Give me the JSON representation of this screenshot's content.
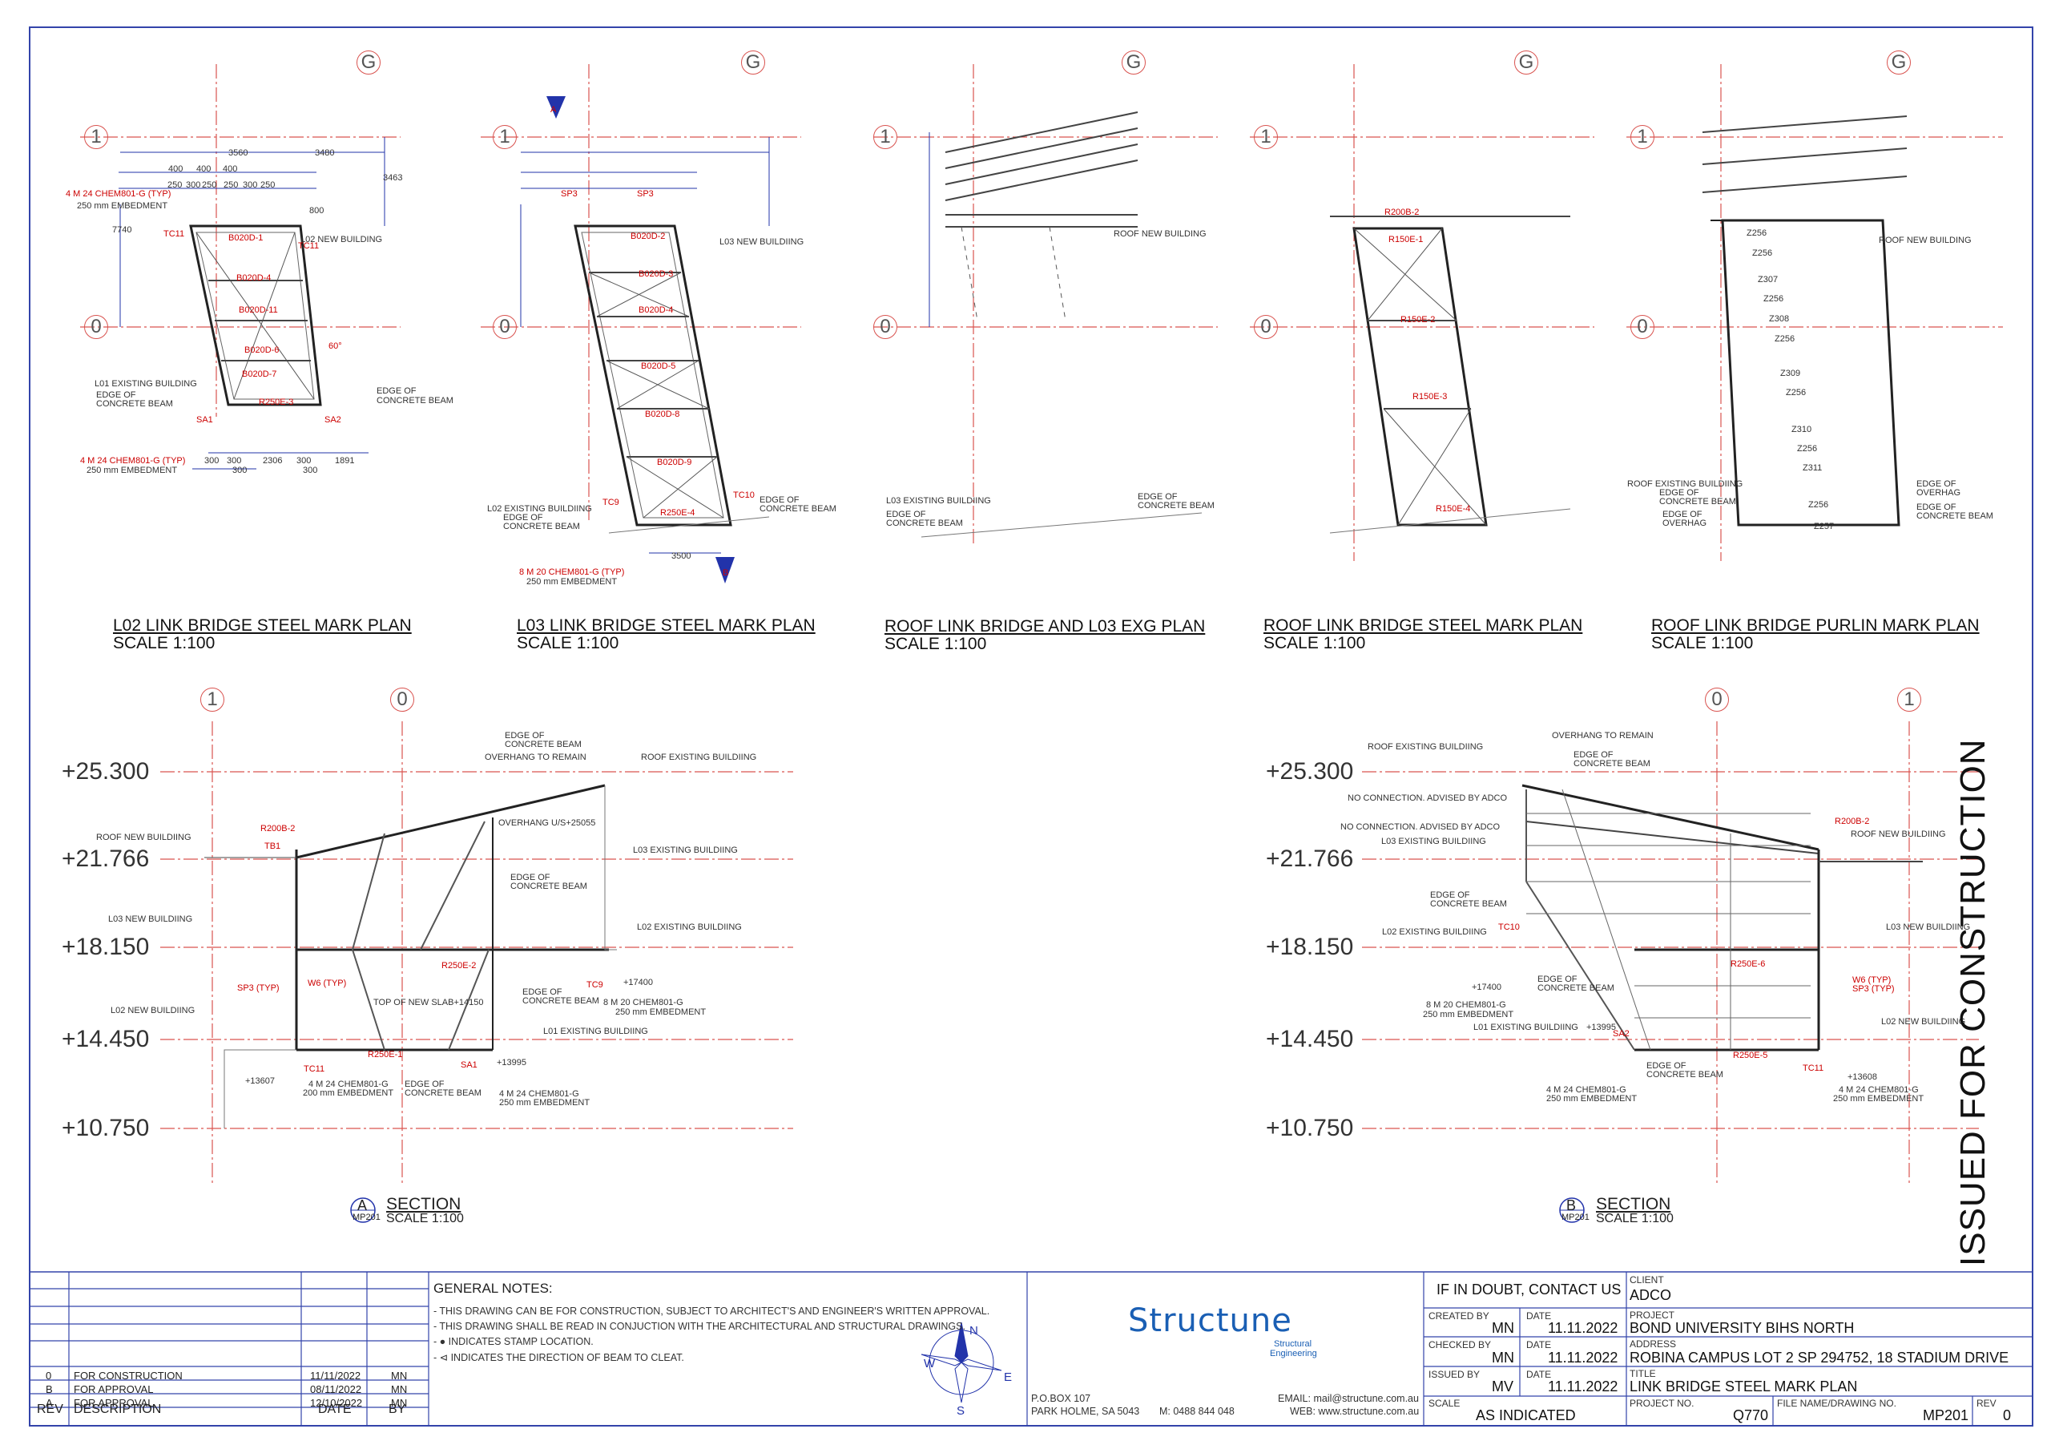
{
  "grid_labels": {
    "g": "G",
    "one": "1",
    "zero": "0"
  },
  "plans": [
    {
      "title": "L02 LINK BRIDGE STEEL MARK PLAN",
      "scale": "SCALE 1:100"
    },
    {
      "title": "L03 LINK BRIDGE STEEL MARK PLAN",
      "scale": "SCALE 1:100"
    },
    {
      "title": "ROOF LINK BRIDGE AND L03 EXG PLAN",
      "scale": "SCALE 1:100"
    },
    {
      "title": "ROOF LINK BRIDGE STEEL MARK PLAN",
      "scale": "SCALE 1:100"
    },
    {
      "title": "ROOF LINK BRIDGE PURLIN MARK PLAN",
      "scale": "SCALE 1:100"
    }
  ],
  "levels": [
    "+25.300",
    "+21.766",
    "+18.150",
    "+14.450",
    "+10.750"
  ],
  "sections": [
    {
      "tag": "A",
      "ref": "MP201",
      "title": "SECTION",
      "scale": "SCALE 1:100"
    },
    {
      "tag": "B",
      "ref": "MP201",
      "title": "SECTION",
      "scale": "SCALE 1:100"
    }
  ],
  "issued": "ISSUED FOR CONSTRUCTION",
  "plan_labels": {
    "p1": [
      "4 M 24 CHEM801-G (TYP)",
      "250 mm EMBEDMENT",
      "L02 NEW BUILDING",
      "L01 EXISTING BUILDING",
      "EDGE OF",
      "CONCRETE BEAM",
      "EDGE OF",
      "CONCRETE BEAM",
      "4 M 24 CHEM801-G (TYP)",
      "250 mm EMBEDMENT"
    ],
    "p1_dims": [
      "3560",
      "3480",
      "400",
      "400",
      "400",
      "250",
      "300",
      "250",
      "250",
      "300",
      "250",
      "800",
      "3463",
      "7740",
      "300",
      "300",
      "2306",
      "300",
      "1891",
      "300",
      "300"
    ],
    "p1_marks": [
      "TC11",
      "SA1",
      "SA2",
      "B020D-1",
      "B020D-4",
      "B020D-11",
      "B020D-6",
      "B020D-7",
      "R250E-3",
      "TC11",
      "60°"
    ],
    "p2": [
      "L03 NEW BUILDIING",
      "L02 EXISTING BUILDIING",
      "EDGE OF",
      "CONCRETE BEAM",
      "EDGE OF",
      "CONCRETE BEAM",
      "8 M 20 CHEM801-G (TYP)",
      "250 mm EMBEDMENT",
      "3500"
    ],
    "p2_marks": [
      "SP3",
      "SP3",
      "TC9",
      "TC10",
      "B020D-2",
      "B020D-3",
      "B020D-4",
      "B020D-5",
      "B020D-8",
      "B020D-9",
      "R250E-4",
      "A",
      "B"
    ],
    "p3": [
      "ROOF NEW BUILDING",
      "L03 EXISTING BUILDIING",
      "EDGE OF",
      "CONCRETE BEAM",
      "EDGE OF",
      "CONCRETE BEAM"
    ],
    "p4": [
      "R200B-2",
      "R150E-1",
      "R150E-2",
      "R150E-3",
      "R150E-4"
    ],
    "p5": [
      "ROOF NEW BUILDING",
      "ROOF EXISTING BUILDIING",
      "EDGE OF",
      "CONCRETE BEAM",
      "EDGE OF",
      "OVERHAG",
      "EDGE OF",
      "OVERHAG",
      "EDGE OF",
      "CONCRETE BEAM"
    ],
    "p5_marks": [
      "Z256",
      "Z256",
      "Z307",
      "Z256",
      "Z308",
      "Z256",
      "Z309",
      "Z256",
      "Z310",
      "Z256",
      "Z311",
      "Z256",
      "Z257"
    ],
    "secA": [
      "EDGE OF",
      "CONCRETE BEAM",
      "OVERHANG TO REMAIN",
      "ROOF EXISTING BUILDIING",
      "ROOF NEW BUILDIING",
      "OVERHANG U/S+25055",
      "L03 EXISTING BUILDIING",
      "EDGE OF",
      "CONCRETE BEAM",
      "L03 NEW BUILDIING",
      "L02 EXISTING BUILDIING",
      "+17400",
      "8 M 20 CHEM801-G",
      "250 mm EMBEDMENT",
      "L02 NEW BUILDIING",
      "TOP OF NEW SLAB+14150",
      "EDGE OF",
      "CONCRETE BEAM",
      "L01 EXISTING BUILDIING",
      "+13995",
      "+13607",
      "4 M 24 CHEM801-G",
      "200 mm EMBEDMENT",
      "EDGE OF",
      "CONCRETE BEAM",
      "4 M 24 CHEM801-G",
      "250 mm EMBEDMENT"
    ],
    "secA_marks": [
      "R200B-2",
      "TB1",
      "SP3 (TYP)",
      "W6 (TYP)",
      "R250E-2",
      "TC9",
      "TC11",
      "R250E-1",
      "SA1"
    ],
    "secB": [
      "ROOF EXISTING BUILDIING",
      "OVERHANG TO REMAIN",
      "EDGE OF",
      "CONCRETE BEAM",
      "NO CONNECTION. ADVISED BY ADCO",
      "NO CONNECTION. ADVISED BY ADCO",
      "L03 EXISTING BUILDIING",
      "EDGE OF",
      "CONCRETE BEAM",
      "ROOF NEW BUILDIING",
      "L02 EXISTING BUILDIING",
      "L03 NEW BUILDIING",
      "+17400",
      "EDGE OF",
      "CONCRETE BEAM",
      "8 M 20 CHEM801-G",
      "250 mm EMBEDMENT",
      "L01 EXISTING BUILDIING",
      "L02 NEW BUILDIING",
      "+13995",
      "EDGE OF",
      "CONCRETE BEAM",
      "+13608",
      "4 M 24 CHEM801-G",
      "250 mm EMBEDMENT",
      "4 M 24 CHEM801-G",
      "250 mm EMBEDMENT"
    ],
    "secB_marks": [
      "R200B-2",
      "TC10",
      "R250E-6",
      "W6 (TYP)",
      "SP3 (TYP)",
      "SA2",
      "R250E-5",
      "TC11"
    ]
  },
  "revisions": {
    "header": {
      "rev": "REV",
      "description": "DESCRIPTION",
      "date": "DATE",
      "by": "BY"
    },
    "rows": [
      {
        "rev": "0",
        "description": "FOR CONSTRUCTION",
        "date": "11/11/2022",
        "by": "MN"
      },
      {
        "rev": "B",
        "description": "FOR APPROVAL",
        "date": "08/11/2022",
        "by": "MN"
      },
      {
        "rev": "A",
        "description": "FOR APPROVAL",
        "date": "12/10/2022",
        "by": "MN"
      }
    ]
  },
  "general_notes": {
    "title": "GENERAL NOTES:",
    "lines": [
      "- THIS DRAWING CAN BE FOR CONSTRUCTION, SUBJECT TO ARCHITECT'S AND ENGINEER'S WRITTEN APPROVAL.",
      "- THIS DRAWING SHALL BE READ IN CONJUCTION WITH THE ARCHITECTURAL AND STRUCTURAL DRAWINGS.",
      "- ● INDICATES STAMP LOCATION.",
      "- ⊲ INDICATES THE DIRECTION OF BEAM TO CLEAT."
    ]
  },
  "compass": {
    "n": "N",
    "s": "S",
    "e": "E",
    "w": "W"
  },
  "company": {
    "logo": "Structune",
    "sub1": "Structural",
    "sub2": "Engineering",
    "po_box": "P.O.BOX 107",
    "suburb": "PARK HOLME, SA 5043",
    "mobile": "M:  0488 844 048",
    "email": "EMAIL: mail@structune.com.au",
    "web": "WEB: www.structune.com.au"
  },
  "title_block": {
    "contact": "IF IN DOUBT, CONTACT US",
    "created_by_label": "CREATED BY",
    "created_by": "MN",
    "checked_by_label": "CHECKED BY",
    "checked_by": "MN",
    "issued_by_label": "ISSUED BY",
    "issued_by": "MV",
    "date_label": "DATE",
    "date1": "11.11.2022",
    "date2": "11.11.2022",
    "date3": "11.11.2022",
    "scale_label": "SCALE",
    "scale": "AS INDICATED",
    "client_label": "CLIENT",
    "client": "ADCO",
    "project_label": "PROJECT",
    "project": "BOND UNIVERSITY BIHS NORTH",
    "address_label": "ADDRESS",
    "address": "ROBINA CAMPUS LOT 2 SP 294752, 18 STADIUM DRIVE",
    "title_label": "TITLE",
    "title": "LINK BRIDGE STEEL MARK PLAN",
    "project_no_label": "PROJECT NO.",
    "project_no": "Q770",
    "file_label": "FILE NAME/DRAWING NO.",
    "file": "MP201",
    "rev_label": "REV",
    "rev": "0"
  },
  "colors": {
    "grid": "#d9534f",
    "dim": "#2233aa",
    "steel": "#333333",
    "frame": "#3344aa",
    "logo": "#1a5fb4"
  }
}
